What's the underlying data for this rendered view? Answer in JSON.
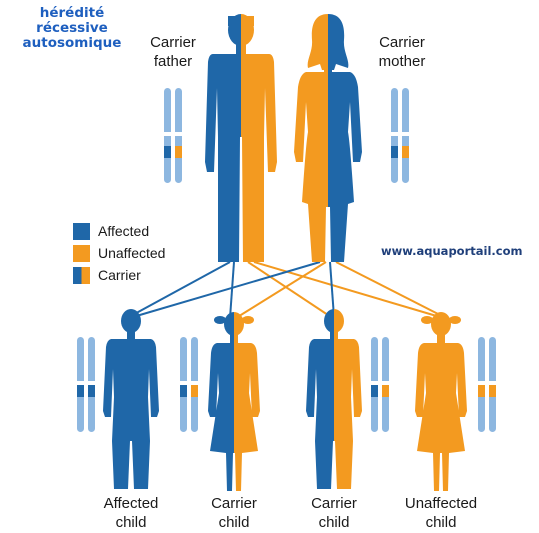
{
  "title": {
    "line1": "hérédité",
    "line2": "récessive",
    "line3": "autosomique"
  },
  "colors": {
    "affected": "#1f67a8",
    "unaffected": "#f39a20",
    "chromosome": "#8db7e0"
  },
  "parents": {
    "father": {
      "line1": "Carrier",
      "line2": "father"
    },
    "mother": {
      "line1": "Carrier",
      "line2": "mother"
    }
  },
  "legend": [
    {
      "label": "Affected",
      "swatch": "affected"
    },
    {
      "label": "Unaffected",
      "swatch": "unaffected"
    },
    {
      "label": "Carrier",
      "swatch": "carrier"
    }
  ],
  "watermark": "www.aquaportail.com",
  "children": [
    {
      "line1": "Affected",
      "line2": "child",
      "status": "affected"
    },
    {
      "line1": "Carrier",
      "line2": "child",
      "status": "carrier"
    },
    {
      "line1": "Carrier",
      "line2": "child",
      "status": "carrier"
    },
    {
      "line1": "Unaffected",
      "line2": "child",
      "status": "unaffected"
    }
  ]
}
